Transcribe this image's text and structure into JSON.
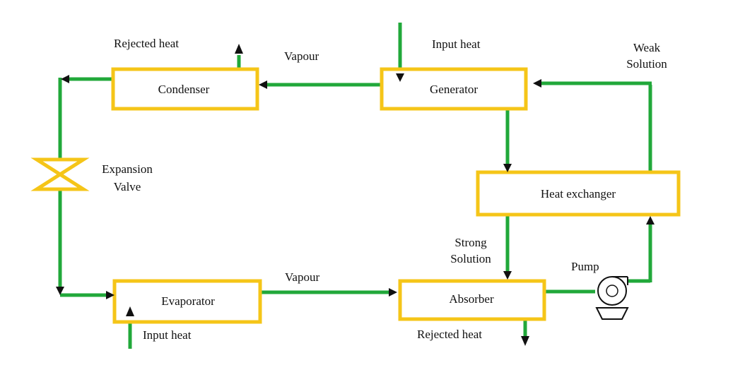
{
  "components": {
    "condenser": "Condenser",
    "generator": "Generator",
    "heat_exchanger": "Heat exchanger",
    "evaporator": "Evaporator",
    "absorber": "Absorber"
  },
  "labels": {
    "rejected_heat_top": "Rejected heat",
    "vapour_top": "Vapour",
    "input_heat_top": "Input heat",
    "weak_solution_line1": "Weak",
    "weak_solution_line2": "Solution",
    "expansion_line1": "Expansion",
    "expansion_line2": "Valve",
    "strong_solution_line1": "Strong",
    "strong_solution_line2": "Solution",
    "vapour_bottom": "Vapour",
    "pump": "Pump",
    "input_heat_bottom": "Input heat",
    "rejected_heat_bottom": "Rejected heat"
  },
  "colors": {
    "pipe": "#21A83A",
    "box_border": "#F5C518",
    "arrow": "#111111",
    "text": "#111111"
  },
  "icons": {
    "expansion_valve": "expansion-valve-icon",
    "pump": "pump-icon"
  }
}
